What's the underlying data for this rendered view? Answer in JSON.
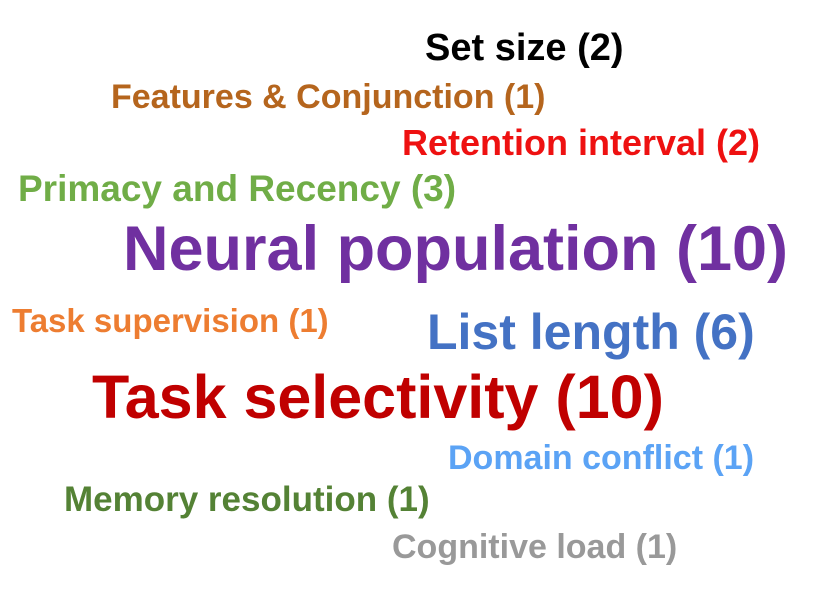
{
  "words": [
    {
      "text": "Set size (2)",
      "color": "#000000"
    },
    {
      "text": "Features & Conjunction (1)",
      "color": "#b5651d"
    },
    {
      "text": "Retention interval (2)",
      "color": "#ee1111"
    },
    {
      "text": "Primacy and Recency (3)",
      "color": "#70ad47"
    },
    {
      "text": "Neural population (10)",
      "color": "#7030a0"
    },
    {
      "text": "Task supervision (1)",
      "color": "#ed7d31"
    },
    {
      "text": "List length (6)",
      "color": "#4472c4"
    },
    {
      "text": "Task selectivity (10)",
      "color": "#c00000"
    },
    {
      "text": "Domain conflict (1)",
      "color": "#5ba3f5"
    },
    {
      "text": "Memory resolution (1)",
      "color": "#548235"
    },
    {
      "text": "Cognitive load (1)",
      "color": "#999999"
    }
  ]
}
